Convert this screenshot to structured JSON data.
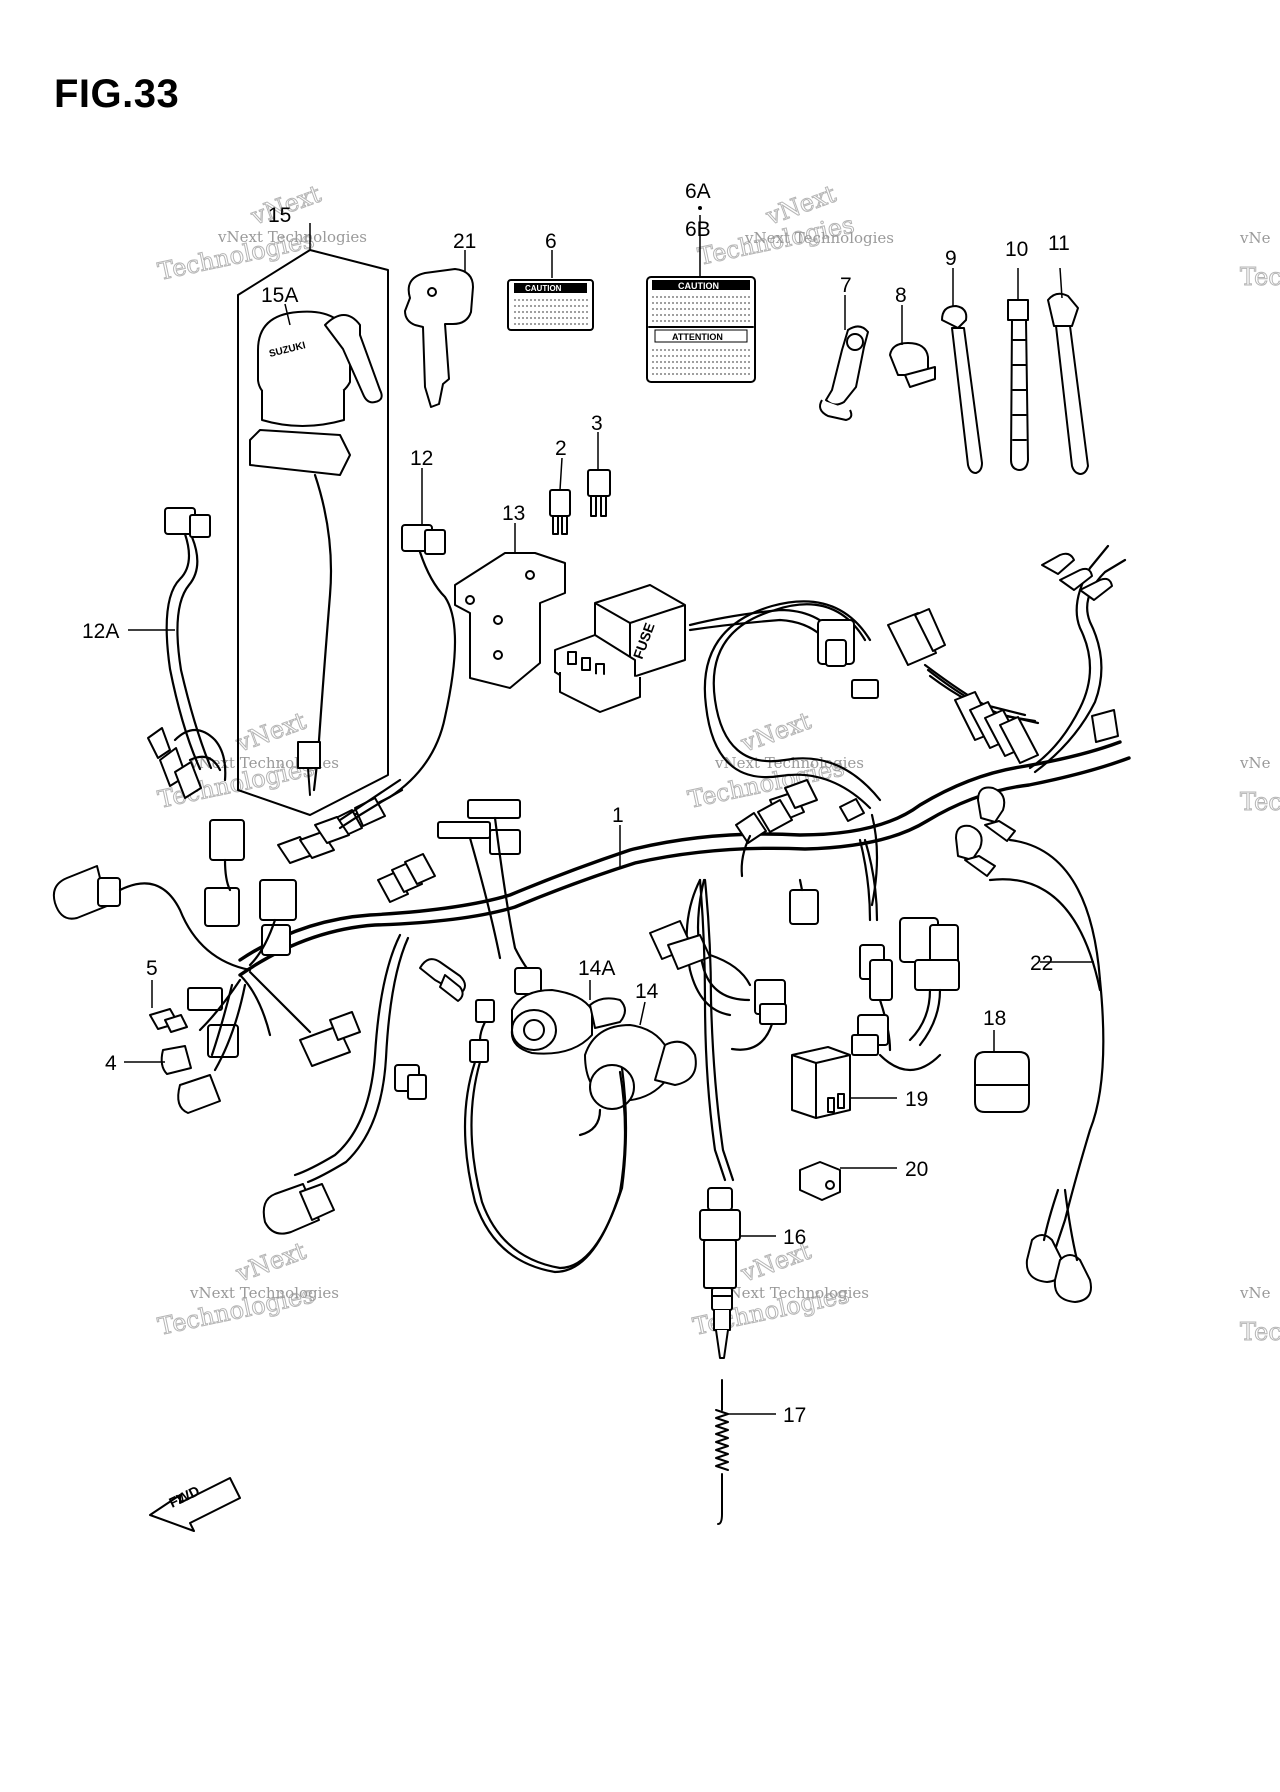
{
  "figure": {
    "title": "FIG.33"
  },
  "watermark": {
    "line1": "vNext Technologies",
    "line2": "Technologies",
    "line3": "vNext",
    "edge1": "vNe",
    "edge2": "Tec"
  },
  "labels": {
    "caution_small": "CAUTION",
    "caution_large": "CAUTION",
    "attention": "ATTENTION",
    "fuse": "FUSE",
    "fwd": "FWD",
    "key_brand": "SUZUKI"
  },
  "callouts": [
    {
      "id": "1",
      "text": "1"
    },
    {
      "id": "2",
      "text": "2"
    },
    {
      "id": "3",
      "text": "3"
    },
    {
      "id": "4",
      "text": "4"
    },
    {
      "id": "5",
      "text": "5"
    },
    {
      "id": "6",
      "text": "6"
    },
    {
      "id": "6A",
      "text": "6A"
    },
    {
      "id": "6B",
      "text": "6B"
    },
    {
      "id": "7",
      "text": "7"
    },
    {
      "id": "8",
      "text": "8"
    },
    {
      "id": "9",
      "text": "9"
    },
    {
      "id": "10",
      "text": "10"
    },
    {
      "id": "11",
      "text": "11"
    },
    {
      "id": "12",
      "text": "12"
    },
    {
      "id": "12A",
      "text": "12A"
    },
    {
      "id": "13",
      "text": "13"
    },
    {
      "id": "14",
      "text": "14"
    },
    {
      "id": "14A",
      "text": "14A"
    },
    {
      "id": "15",
      "text": "15"
    },
    {
      "id": "15A",
      "text": "15A"
    },
    {
      "id": "16",
      "text": "16"
    },
    {
      "id": "17",
      "text": "17"
    },
    {
      "id": "18",
      "text": "18"
    },
    {
      "id": "19",
      "text": "19"
    },
    {
      "id": "20",
      "text": "20"
    },
    {
      "id": "21",
      "text": "21"
    },
    {
      "id": "22",
      "text": "22"
    }
  ]
}
